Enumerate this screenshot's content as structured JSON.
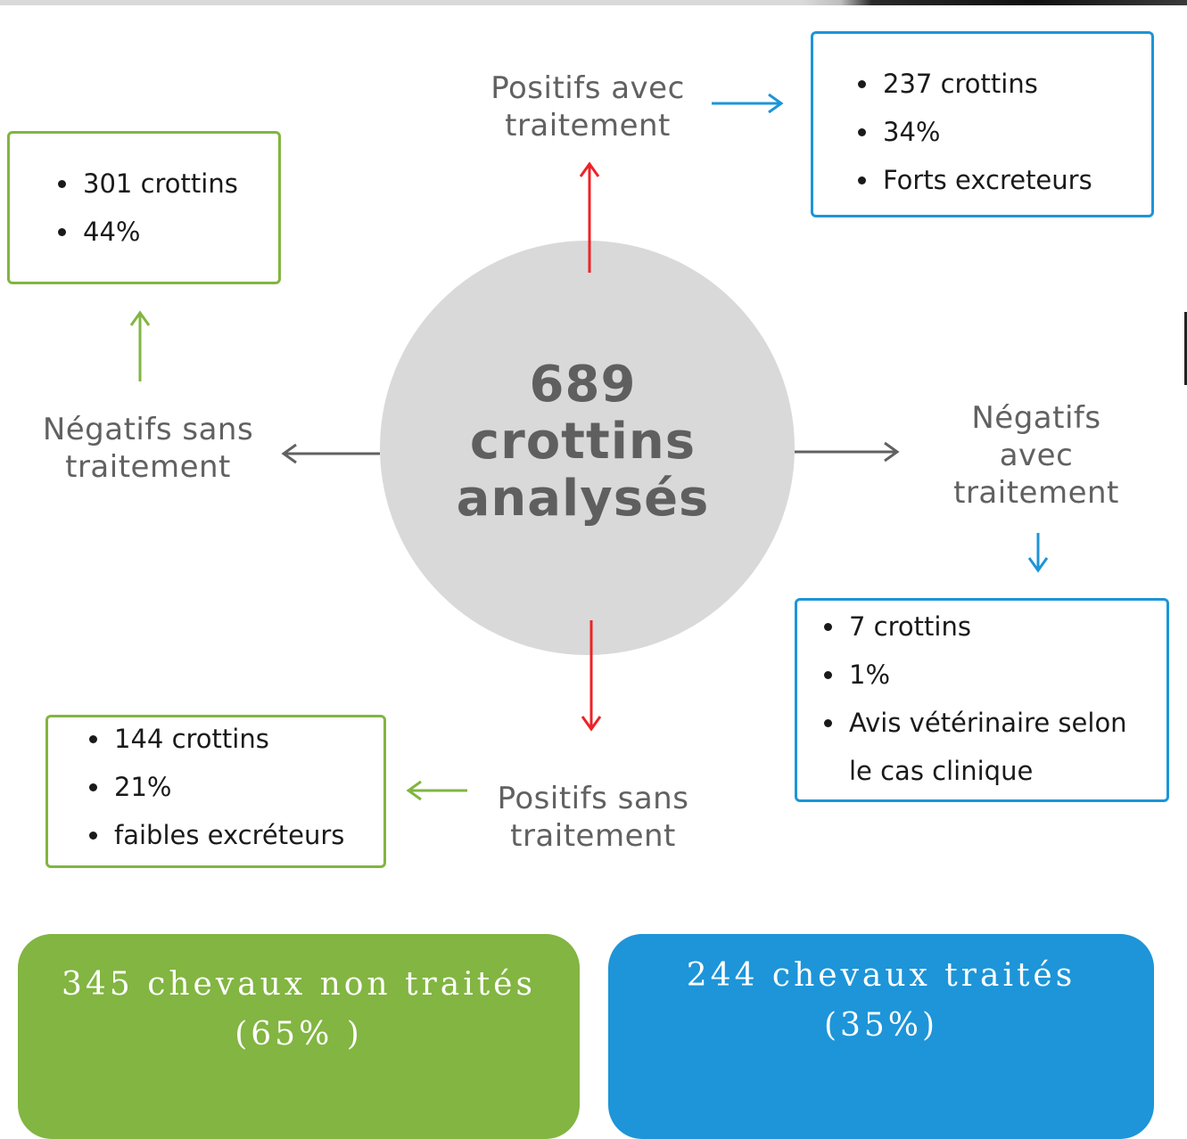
{
  "center": {
    "line1": "689",
    "line2": "crottins",
    "line3": "analysés"
  },
  "labels": {
    "pos_with": [
      "Positifs avec",
      "traitement"
    ],
    "neg_without": [
      "Négatifs sans",
      "traitement"
    ],
    "neg_with": [
      "Négatifs",
      "avec",
      "traitement"
    ],
    "pos_without": [
      "Positifs sans",
      "traitement"
    ]
  },
  "boxes": {
    "neg_without": [
      "301 crottins",
      "44%"
    ],
    "pos_with": [
      "237 crottins",
      "34%",
      "Forts excreteurs"
    ],
    "neg_with": [
      "7 crottins",
      "1%",
      "Avis vétérinaire selon",
      "le cas clinique"
    ],
    "pos_without": [
      "144 crottins",
      "21%",
      "faibles excréteurs"
    ]
  },
  "summary": {
    "untreated": [
      "345 chevaux non traités",
      "(65% )"
    ],
    "treated": [
      "244 chevaux traités",
      "(35%)"
    ]
  },
  "colors": {
    "green": "#82b541",
    "blue": "#1d95d8",
    "red": "#ee2227",
    "gray": "#616161",
    "circle": "#d9d9d9"
  }
}
